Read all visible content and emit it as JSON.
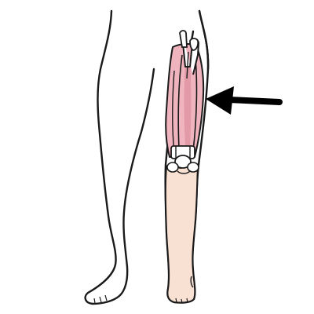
{
  "figure": {
    "type": "anatomical-illustration",
    "subject": "leg-with-thigh-muscles",
    "colors": {
      "outline": "#1a1a1a",
      "skin": "#f8e0d2",
      "muscle": "#f0b4bf",
      "muscle_shadow": "#e39aa7",
      "tendon": "#ffffff",
      "arrow": "#000000"
    },
    "arrow": {
      "direction": "left",
      "icon": "arrow-left-icon"
    }
  }
}
